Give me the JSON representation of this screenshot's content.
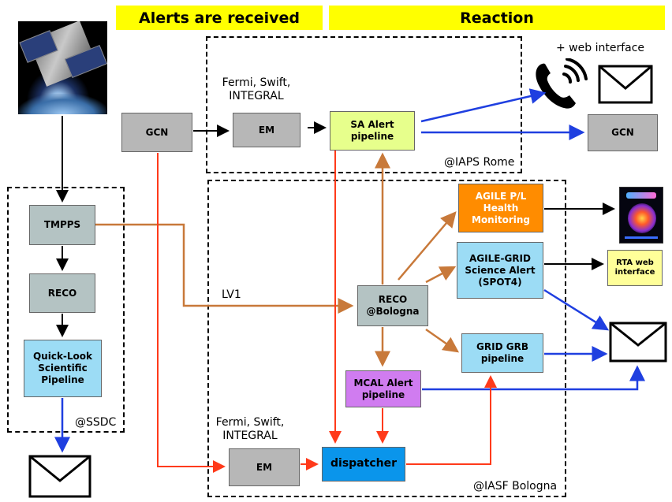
{
  "banners": {
    "received": "Alerts are received",
    "reaction": "Reaction"
  },
  "boxes": {
    "gcn_left": "GCN",
    "em_top": "EM",
    "sa_alert": "SA Alert\npipeline",
    "gcn_right": "GCN",
    "tmpps": "TMPPS",
    "reco_left": "RECO",
    "quicklook": "Quick-Look\nScientific\nPipeline",
    "agile_pl": "AGILE P/L\nHealth\nMonitoring",
    "agile_grid": "AGILE-GRID\nScience Alert\n(SPOT4)",
    "rta_web": "RTA web\ninterface",
    "reco_bologna": "RECO\n@Bologna",
    "grid_grb": "GRID GRB\npipeline",
    "mcal": "MCAL Alert\npipeline",
    "em_bottom": "EM",
    "dispatcher": "dispatcher"
  },
  "labels": {
    "web_interface": "+ web interface",
    "fermi_top": "Fermi, Swift,\nINTEGRAL",
    "fermi_bottom": "Fermi, Swift,\nINTEGRAL",
    "iaps": "@IAPS Rome",
    "ssdc": "@SSDC",
    "iasf": "@IASF Bologna",
    "lv1": "LV1"
  },
  "colors": {
    "black_arrow": "#000000",
    "blue_arrow": "#1f3fe0",
    "orange_arrow": "#c8793a",
    "red_arrow": "#ff3a1a"
  },
  "icons": [
    "satellite-image",
    "phone-icon",
    "envelope-icon",
    "app-screenshot-image"
  ]
}
